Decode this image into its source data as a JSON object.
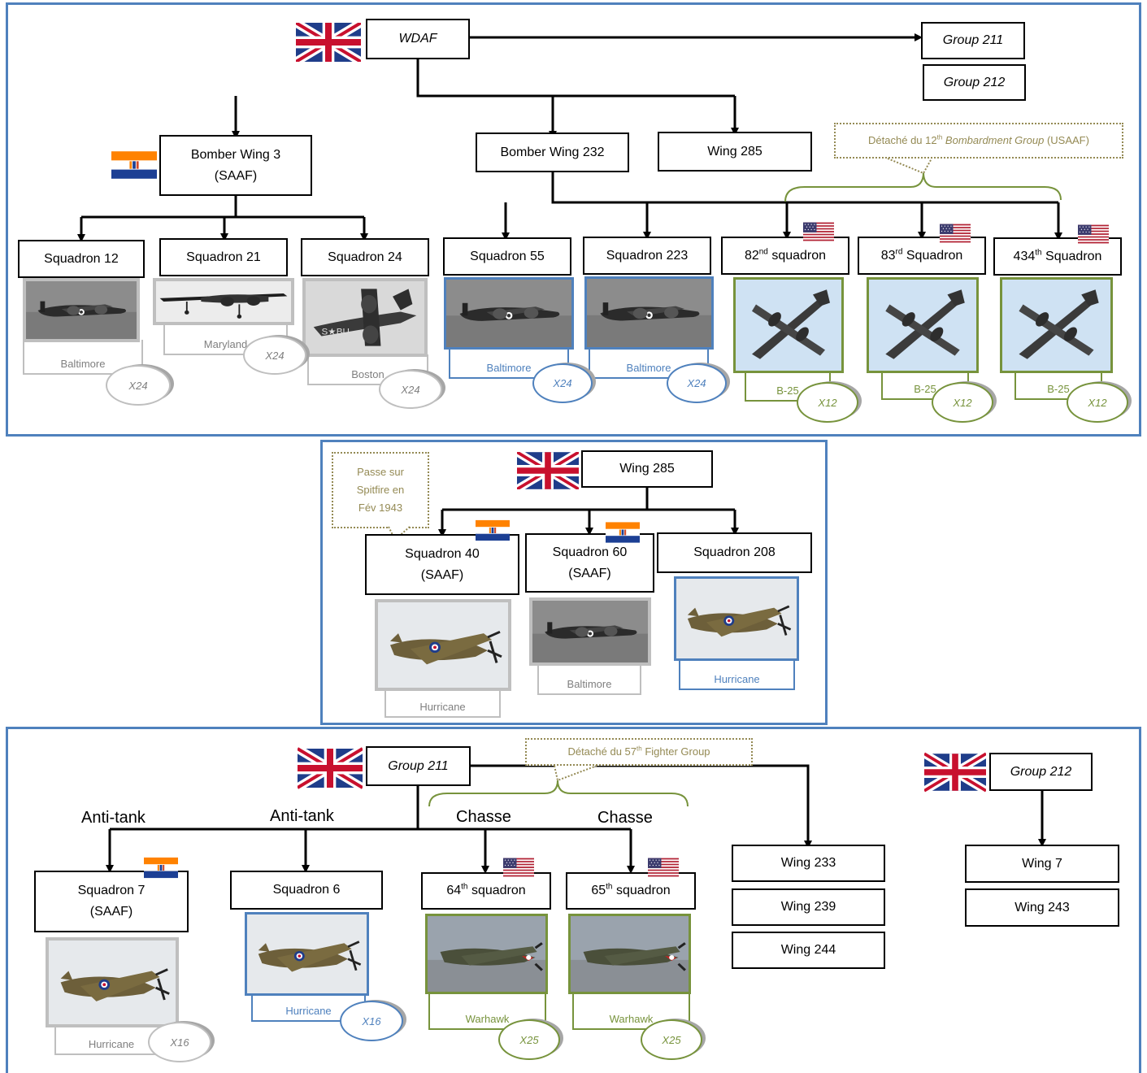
{
  "top": {
    "wdaf": "WDAF",
    "group211": "Group 211",
    "group212": "Group 212",
    "bw3_name": "Bomber Wing 3",
    "bw3_sub": "(SAAF)",
    "bw232": "Bomber Wing 232",
    "wing285": "Wing 285",
    "callout_pre": "Détaché du 12",
    "callout_sup": "th",
    "callout_em": "Bombardment Group",
    "callout_post": "(USAAF)",
    "sq12": "Squadron 12",
    "sq21": "Squadron 21",
    "sq24": "Squadron 24",
    "sq55": "Squadron 55",
    "sq223": "Squadron 223",
    "sq82_a": "82",
    "sq82_sup": "nd",
    "sq82_b": "squadron",
    "sq83_a": "83",
    "sq83_sup": "rd",
    "sq83_b": "Squadron",
    "sq434_a": "434",
    "sq434_sup": "th",
    "sq434_b": "Squadron",
    "cap_baltimore": "Baltimore",
    "cap_maryland": "Maryland",
    "cap_boston": "Boston",
    "cap_b25": "B-25",
    "x24": "X24",
    "x12": "X12"
  },
  "middle": {
    "wing285": "Wing 285",
    "callout_l1": "Passe sur",
    "callout_l2": "Spitfire en",
    "callout_l3": "Fév 1943",
    "sq40": "Squadron 40",
    "sq40_sub": "(SAAF)",
    "sq60": "Squadron 60",
    "sq60_sub": "(SAAF)",
    "sq208": "Squadron 208",
    "cap_hurricane": "Hurricane",
    "cap_baltimore": "Baltimore"
  },
  "bottom": {
    "group211": "Group 211",
    "group212": "Group 212",
    "callout_pre": "Détaché du 57",
    "callout_sup": "th",
    "callout_post": "Fighter Group",
    "anti_tank": "Anti-tank",
    "chasse": "Chasse",
    "sq7": "Squadron 7",
    "sq7_sub": "(SAAF)",
    "sq6": "Squadron 6",
    "sq64_a": "64",
    "sq64_sup": "th",
    "sq64_b": "squadron",
    "sq65_a": "65",
    "sq65_sup": "th",
    "sq65_b": "squadron",
    "wing233": "Wing 233",
    "wing239": "Wing 239",
    "wing244": "Wing 244",
    "wing7": "Wing 7",
    "wing243": "Wing 243",
    "cap_hurricane": "Hurricane",
    "cap_warhawk": "Warhawk",
    "x16": "X16",
    "x25": "X25"
  },
  "icons": {
    "flag_uk": "union-jack-flag",
    "flag_sa": "south-africa-old-flag",
    "flag_us": "us-flag",
    "plane_baltimore": "baltimore-photo",
    "plane_maryland": "maryland-photo",
    "plane_boston": "boston-photo",
    "plane_b25": "b25-photo",
    "plane_hurricane": "hurricane-photo",
    "plane_warhawk": "warhawk-photo"
  },
  "colors": {
    "panel_border": "#4f81bd",
    "usaaf_green": "#77933c",
    "callout_olive": "#948a54",
    "caption_gray": "#7f7f7f"
  }
}
